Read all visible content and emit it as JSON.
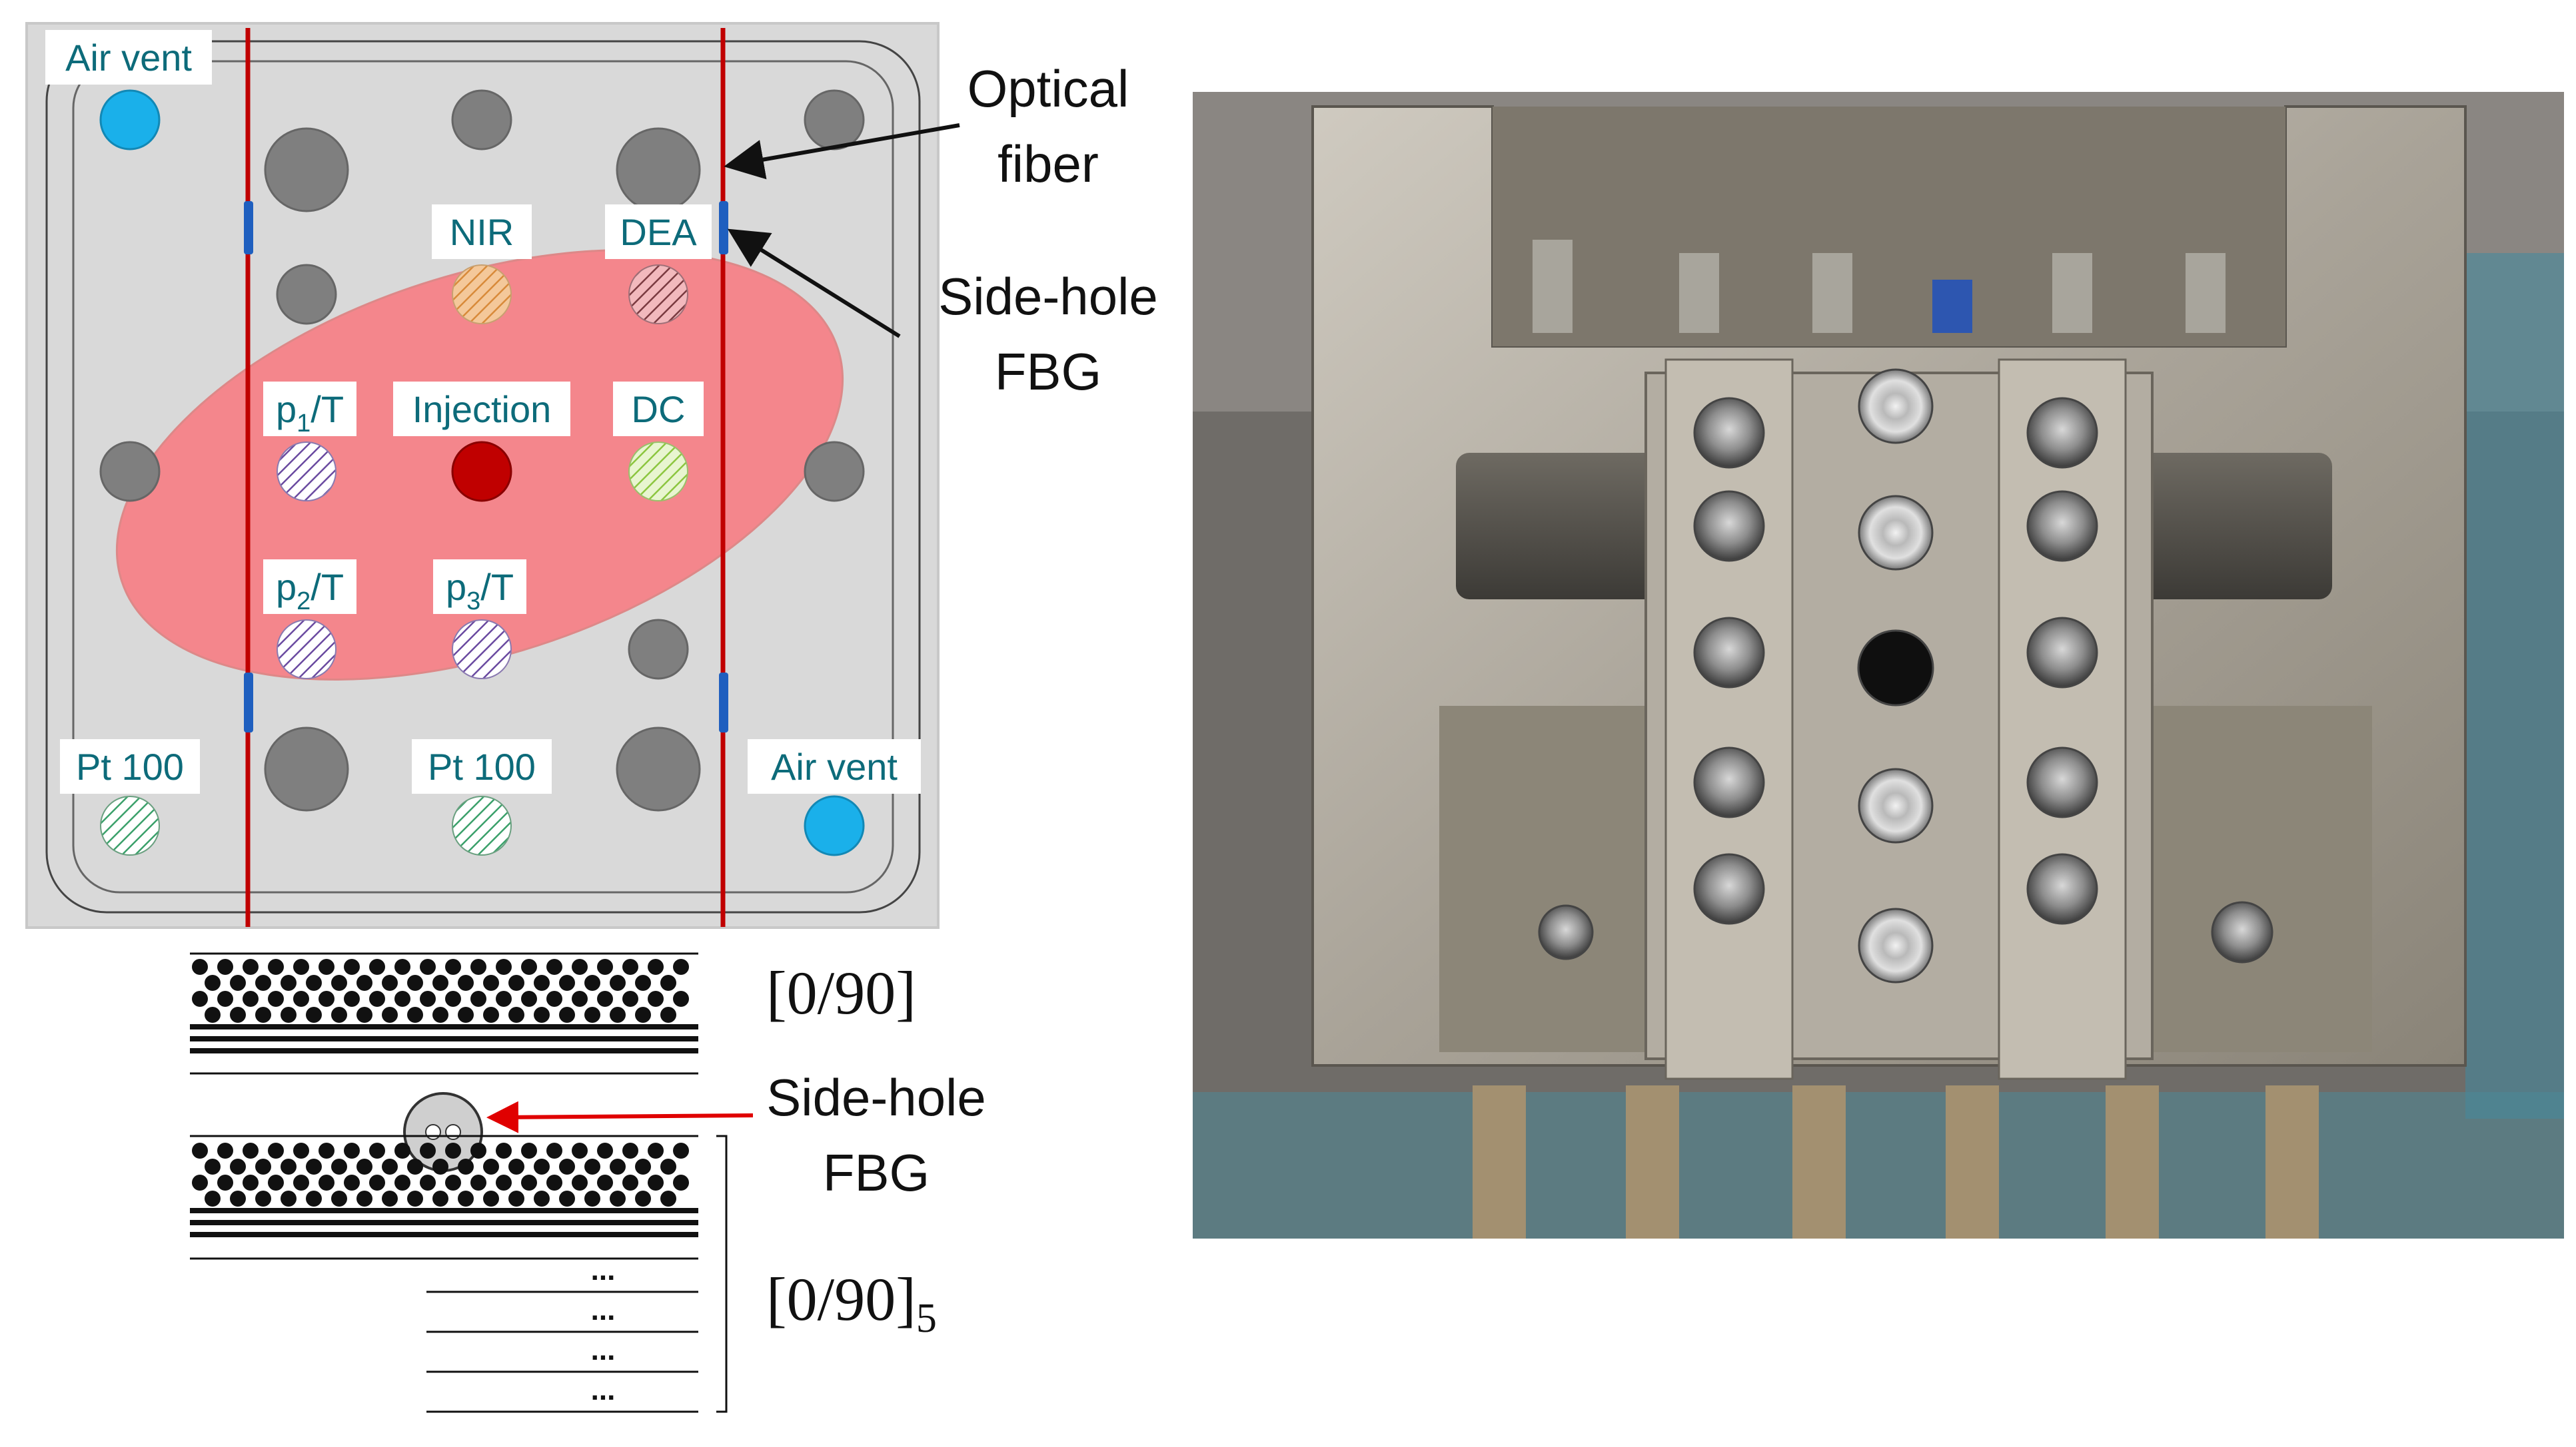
{
  "mold_diagram": {
    "labels": {
      "air_vent_top": "Air vent",
      "air_vent_bottom": "Air vent",
      "nir": "NIR",
      "dea": "DEA",
      "injection": "Injection",
      "dc": "DC",
      "p1t": {
        "main": "p",
        "sub": "1",
        "tail": "/T"
      },
      "p2t": {
        "main": "p",
        "sub": "2",
        "tail": "/T"
      },
      "p3t": {
        "main": "p",
        "sub": "3",
        "tail": "/T"
      },
      "pt100_left": "Pt 100",
      "pt100_mid": "Pt 100"
    },
    "callouts": {
      "optical_fiber_line1": "Optical",
      "optical_fiber_line2": "fiber",
      "side_hole_fbg_line1": "Side-hole",
      "side_hole_fbg_line2": "FBG"
    },
    "colors": {
      "mold_gray": "#d9d9d9",
      "fiber_red": "#c00000",
      "fbg_blue": "#1f5fbf",
      "injection_ellipse": "#f4868c",
      "injection_port": "#c00000",
      "air_vent": "#1ab0ea",
      "bolt": "#7f7f7f",
      "label_teal": "#0d6b7a"
    }
  },
  "layup": {
    "top_label": "[0/90]",
    "fbg_label_line1": "Side-hole",
    "fbg_label_line2": "FBG",
    "bottom_label_main": "[0/90]",
    "bottom_label_sub": "5",
    "ellipsis": "..."
  },
  "photo": {
    "description_icon": "mold-photo-image"
  }
}
